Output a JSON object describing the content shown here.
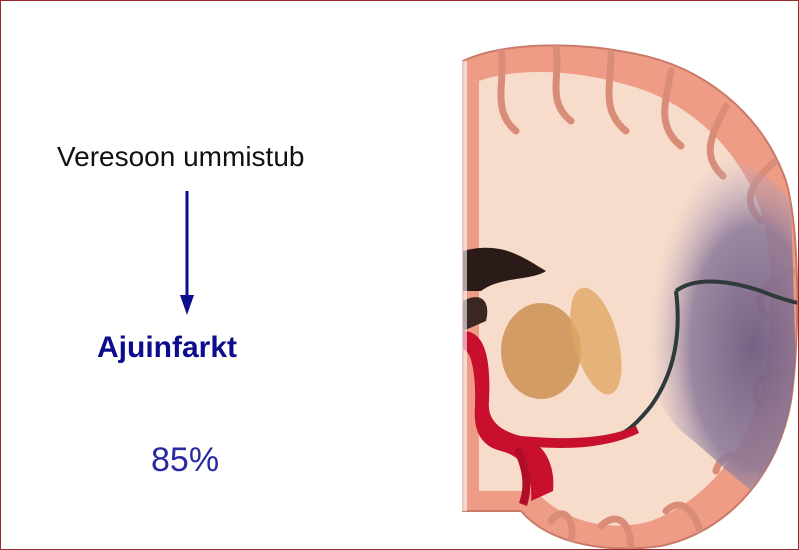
{
  "slide": {
    "cause": "Veresoon ummistub",
    "result": "Ajuinfarkt",
    "percentage": "85%"
  },
  "illustration": {
    "icon": "brain-coronal-section-icon",
    "colors": {
      "cortex": "#f2a88f",
      "white_matter": "#f9dccb",
      "infarct": "#7d6a8c",
      "artery": "#c8102e",
      "basal_ganglia": "#d9964a"
    }
  },
  "colors": {
    "arrow": "#0c0c8c",
    "result_text": "#0c0c8c",
    "percent_text": "#2a2aa0",
    "frame": "#9b2a2a"
  }
}
